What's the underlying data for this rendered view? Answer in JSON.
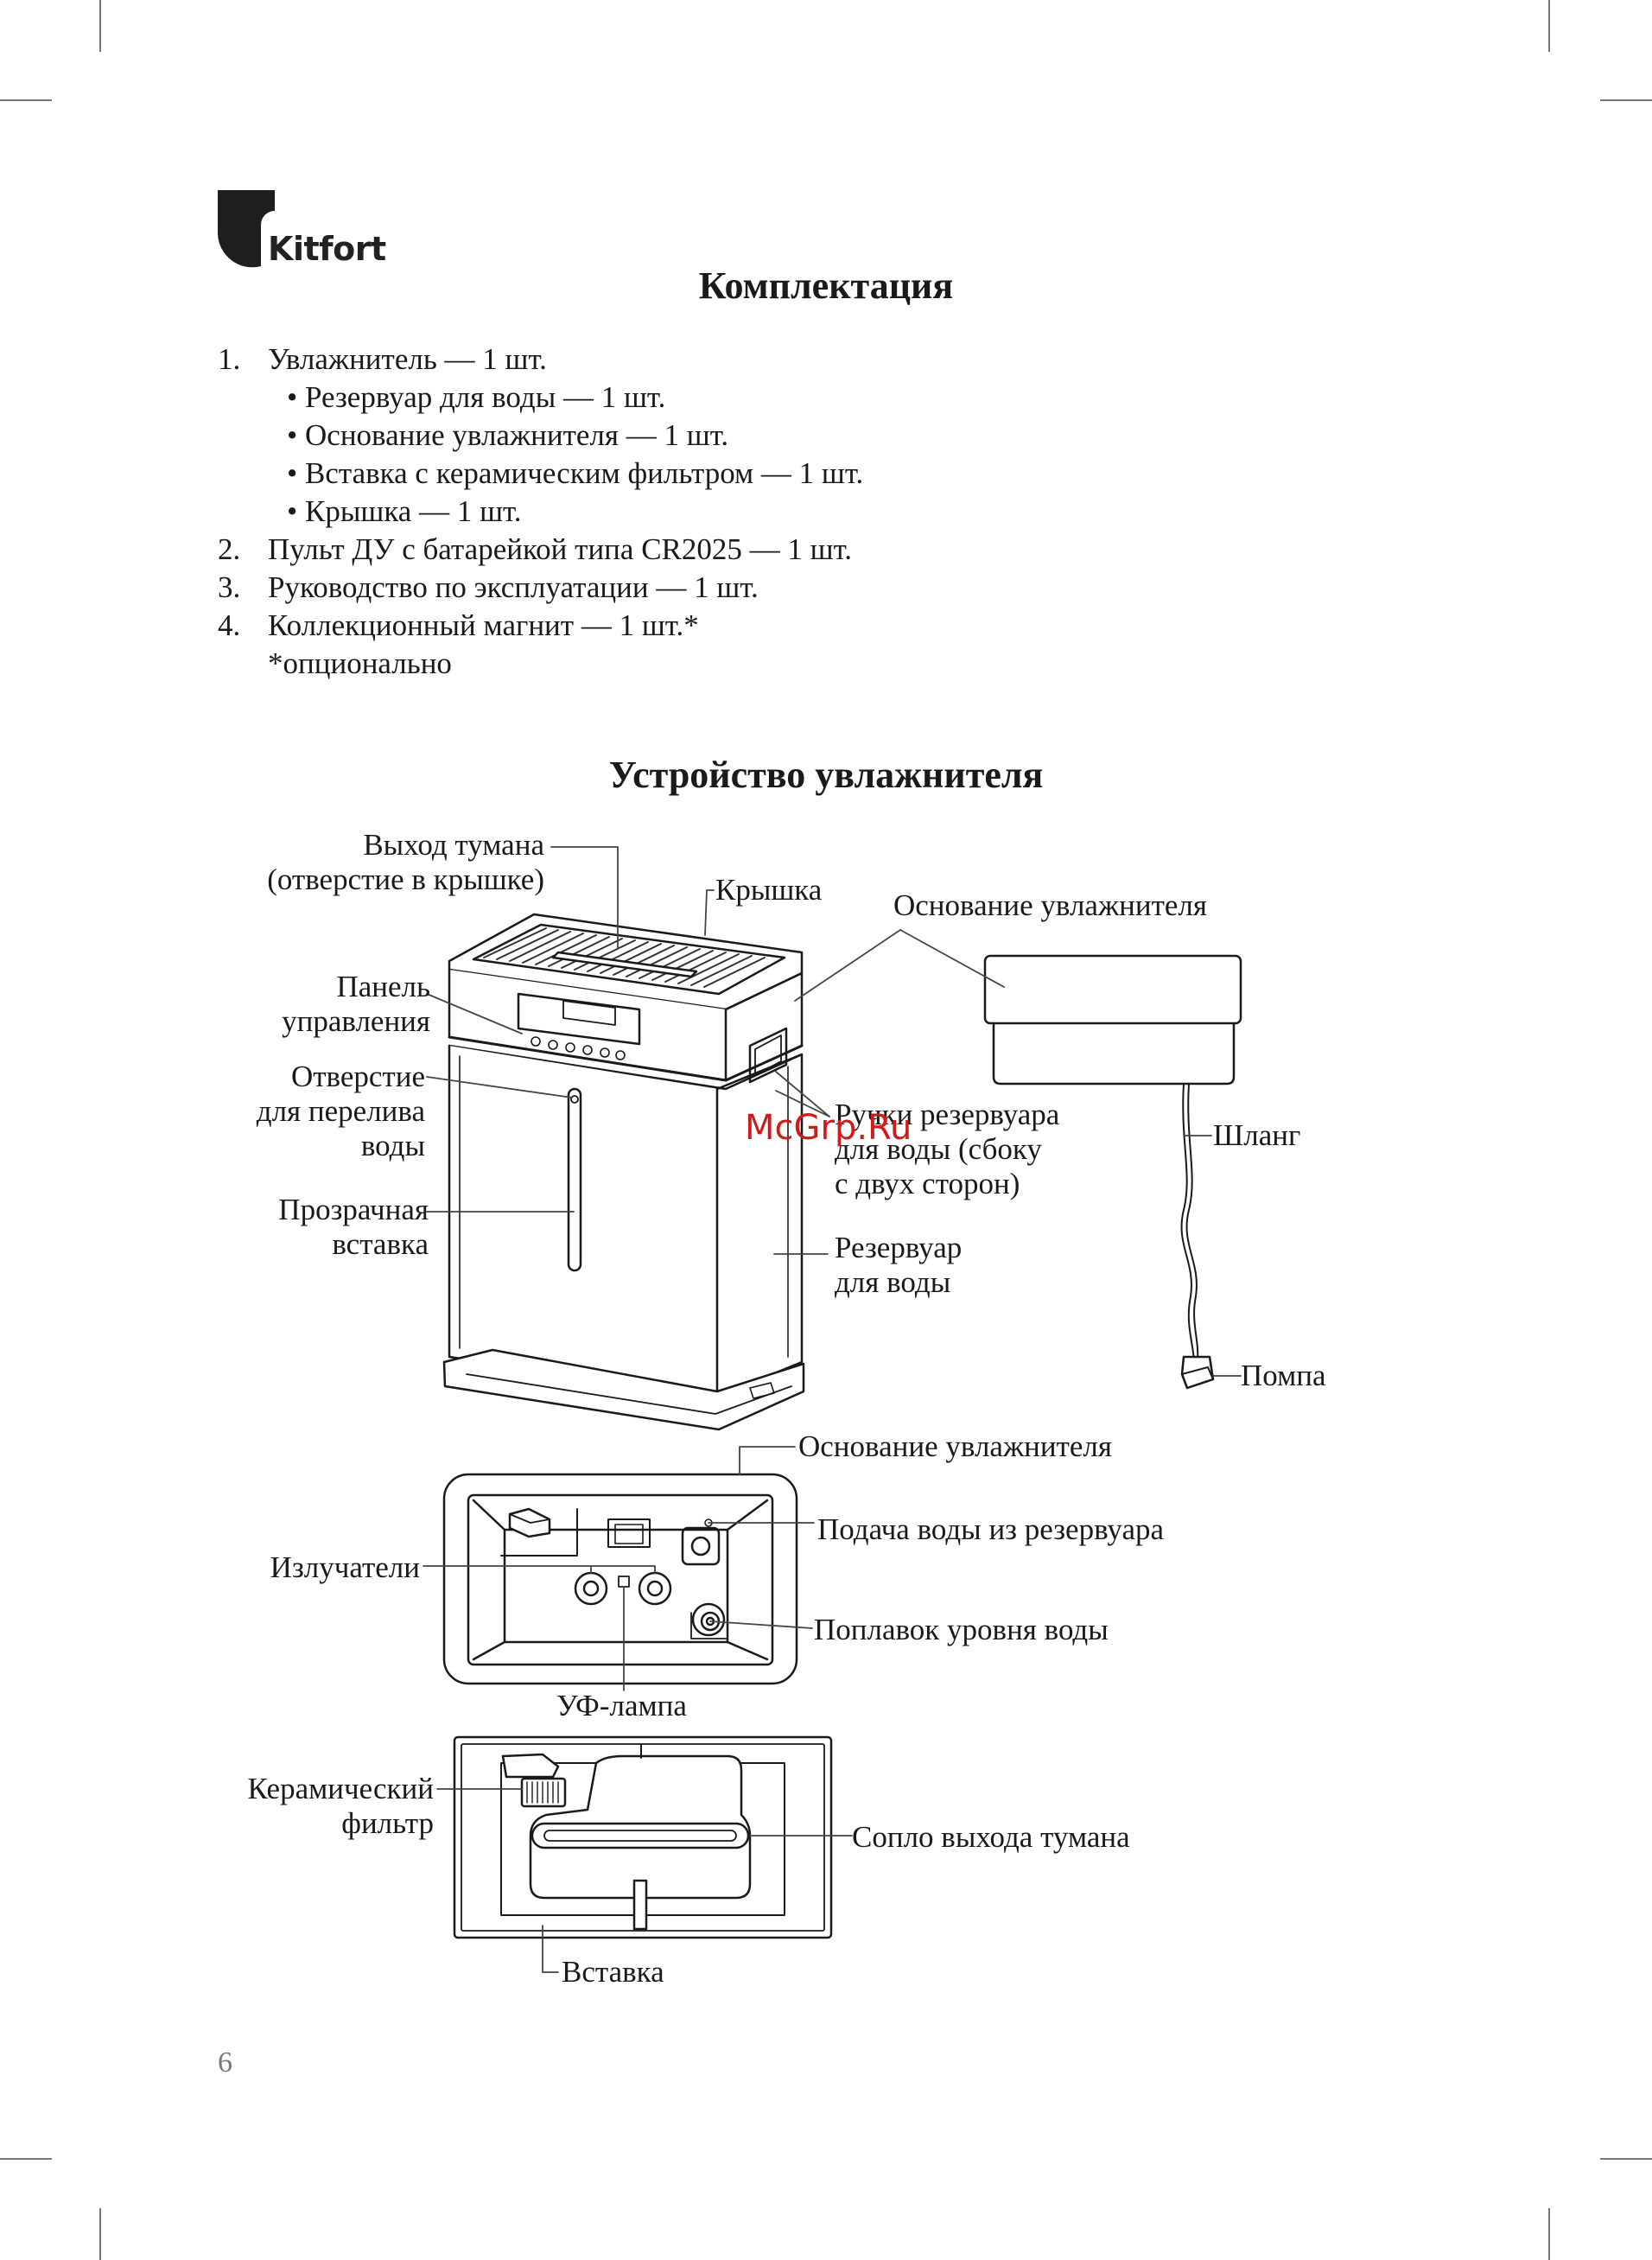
{
  "brand": {
    "name": "Kitfort"
  },
  "contents": {
    "title": "Комплектация",
    "items": [
      {
        "num": "1.",
        "text": "Увлажнитель — 1 шт."
      },
      {
        "num": "2.",
        "text": "Пульт ДУ с батарейкой типа CR2025 — 1 шт."
      },
      {
        "num": "3.",
        "text": "Руководство по эксплуатации — 1 шт."
      },
      {
        "num": "4.",
        "text": "Коллекционный магнит — 1 шт.*"
      }
    ],
    "subitems": [
      "• Резервуар для воды — 1 шт.",
      "• Основание увлажнителя — 1 шт.",
      "• Вставка с керамическим фильтром — 1 шт.",
      "• Крышка — 1 шт."
    ],
    "footnote": "*опционально"
  },
  "device": {
    "title": "Устройство увлажнителя",
    "labels": {
      "mist_outlet_1": "Выход тумана",
      "mist_outlet_2": "(отверстие в крышке)",
      "lid": "Крышка",
      "base_top": "Основание увлажнителя",
      "panel_1": "Панель",
      "panel_2": "управления",
      "overflow_1": "Отверстие",
      "overflow_2": "для перелива",
      "overflow_3": "воды",
      "handles_1": "Ручки резервуара",
      "handles_2": "для воды (сбоку",
      "handles_3": "с двух сторон)",
      "hose": "Шланг",
      "window_1": "Прозрачная",
      "window_2": "вставка",
      "tank_1": "Резервуар",
      "tank_2": "для воды",
      "pump": "Помпа",
      "base_mid": "Основание увлажнителя",
      "water_supply": "Подача воды из резервуара",
      "emitters": "Излучатели",
      "float": "Поплавок уровня воды",
      "uv_lamp": "УФ-лампа",
      "ceramic_1": "Керамический",
      "ceramic_2": "фильтр",
      "nozzle": "Сопло выхода тумана",
      "insert": "Вставка"
    }
  },
  "watermark": "McGrp.Ru",
  "page_number": "6"
}
